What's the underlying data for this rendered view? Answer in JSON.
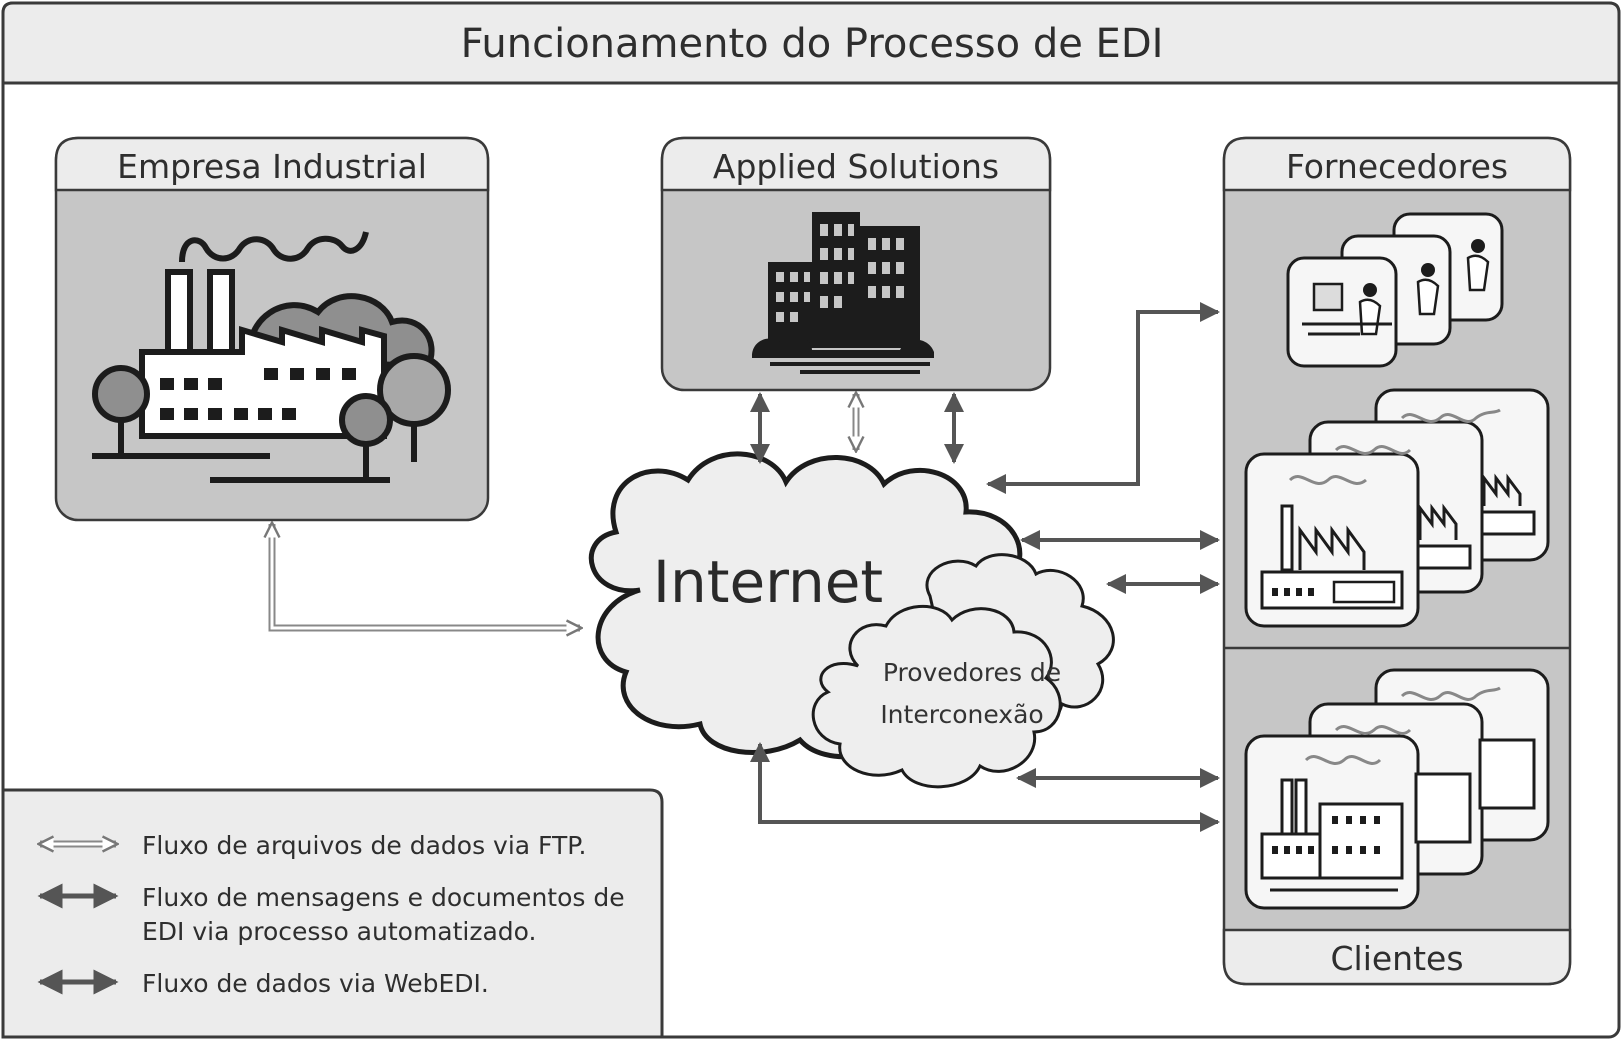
{
  "title": "Funcionamento do Processo de EDI",
  "nodes": {
    "empresa": {
      "label": "Empresa Industrial",
      "icon": "factory-icon"
    },
    "applied": {
      "label": "Applied Solutions",
      "icon": "office-building-icon"
    },
    "fornecedores": {
      "label": "Fornecedores",
      "icons": [
        "office-workers-icon",
        "supplier-factories-icon"
      ]
    },
    "clientes": {
      "label": "Clientes",
      "icon": "client-factories-icon"
    },
    "internet": {
      "label": "Internet"
    },
    "provedores": {
      "line1": "Provedores de",
      "line2": "Interconexão"
    }
  },
  "legend": {
    "ftp": {
      "label": "Fluxo de arquivos de dados via FTP."
    },
    "edi": {
      "line1": "Fluxo de mensagens e documentos de",
      "line2": "EDI via processo automatizado."
    },
    "webedi": {
      "label": "Fluxo de dados via WebEDI."
    }
  },
  "colors": {
    "panel_gray": "#c6c6c6",
    "header_light": "#ececec",
    "line": "#3a3a3a",
    "arrow": "#555555"
  }
}
